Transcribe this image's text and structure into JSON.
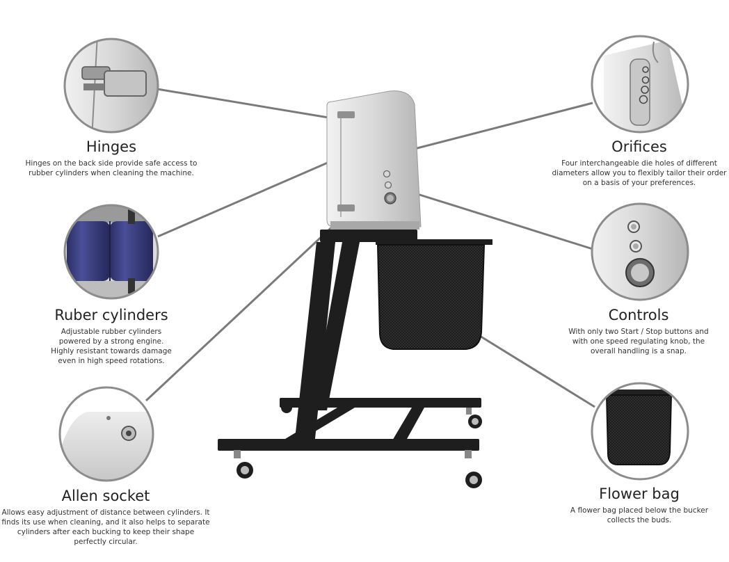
{
  "features": {
    "hinges": {
      "title": "Hinges",
      "desc": [
        "Hinges on the back side provide safe access to",
        "rubber cylinders when cleaning the machine."
      ]
    },
    "rubber": {
      "title": "Ruber cylinders",
      "desc": [
        "Adjustable rubber cylinders",
        "powered by a strong engine.",
        "Highly resistant towards damage",
        "even in high speed rotations."
      ]
    },
    "allen": {
      "title": "Allen socket",
      "desc": [
        "Allows easy adjustment of distance between cylinders. It",
        "finds its use when cleaning, and it also helps to separate",
        "cylinders after each bucking to keep their shape",
        "perfectly circular."
      ]
    },
    "orifices": {
      "title": "Orifices",
      "desc": [
        "Four interchangeable die holes of different",
        "diameters allow you to flexibly tailor their order",
        "on a basis of your preferences."
      ]
    },
    "controls": {
      "title": "Controls",
      "desc": [
        "With only two Start / Stop buttons and",
        "with one speed regulating knob, the",
        "overall handling is a snap."
      ]
    },
    "bag": {
      "title": "Flower bag",
      "desc": [
        "A flower bag placed below the bucker",
        "collects the buds."
      ]
    }
  },
  "colors": {
    "leader": "#7a7a7a",
    "ring": "#8c8c8c",
    "metal": "#c9c9c9",
    "frame": "#1e1e1e",
    "cylinder": "#3b3f7e"
  },
  "icons": [
    "hinge-icon",
    "rubber-cylinder-icon",
    "allen-socket-icon",
    "orifice-icon",
    "control-buttons-icon",
    "flower-bag-icon"
  ]
}
